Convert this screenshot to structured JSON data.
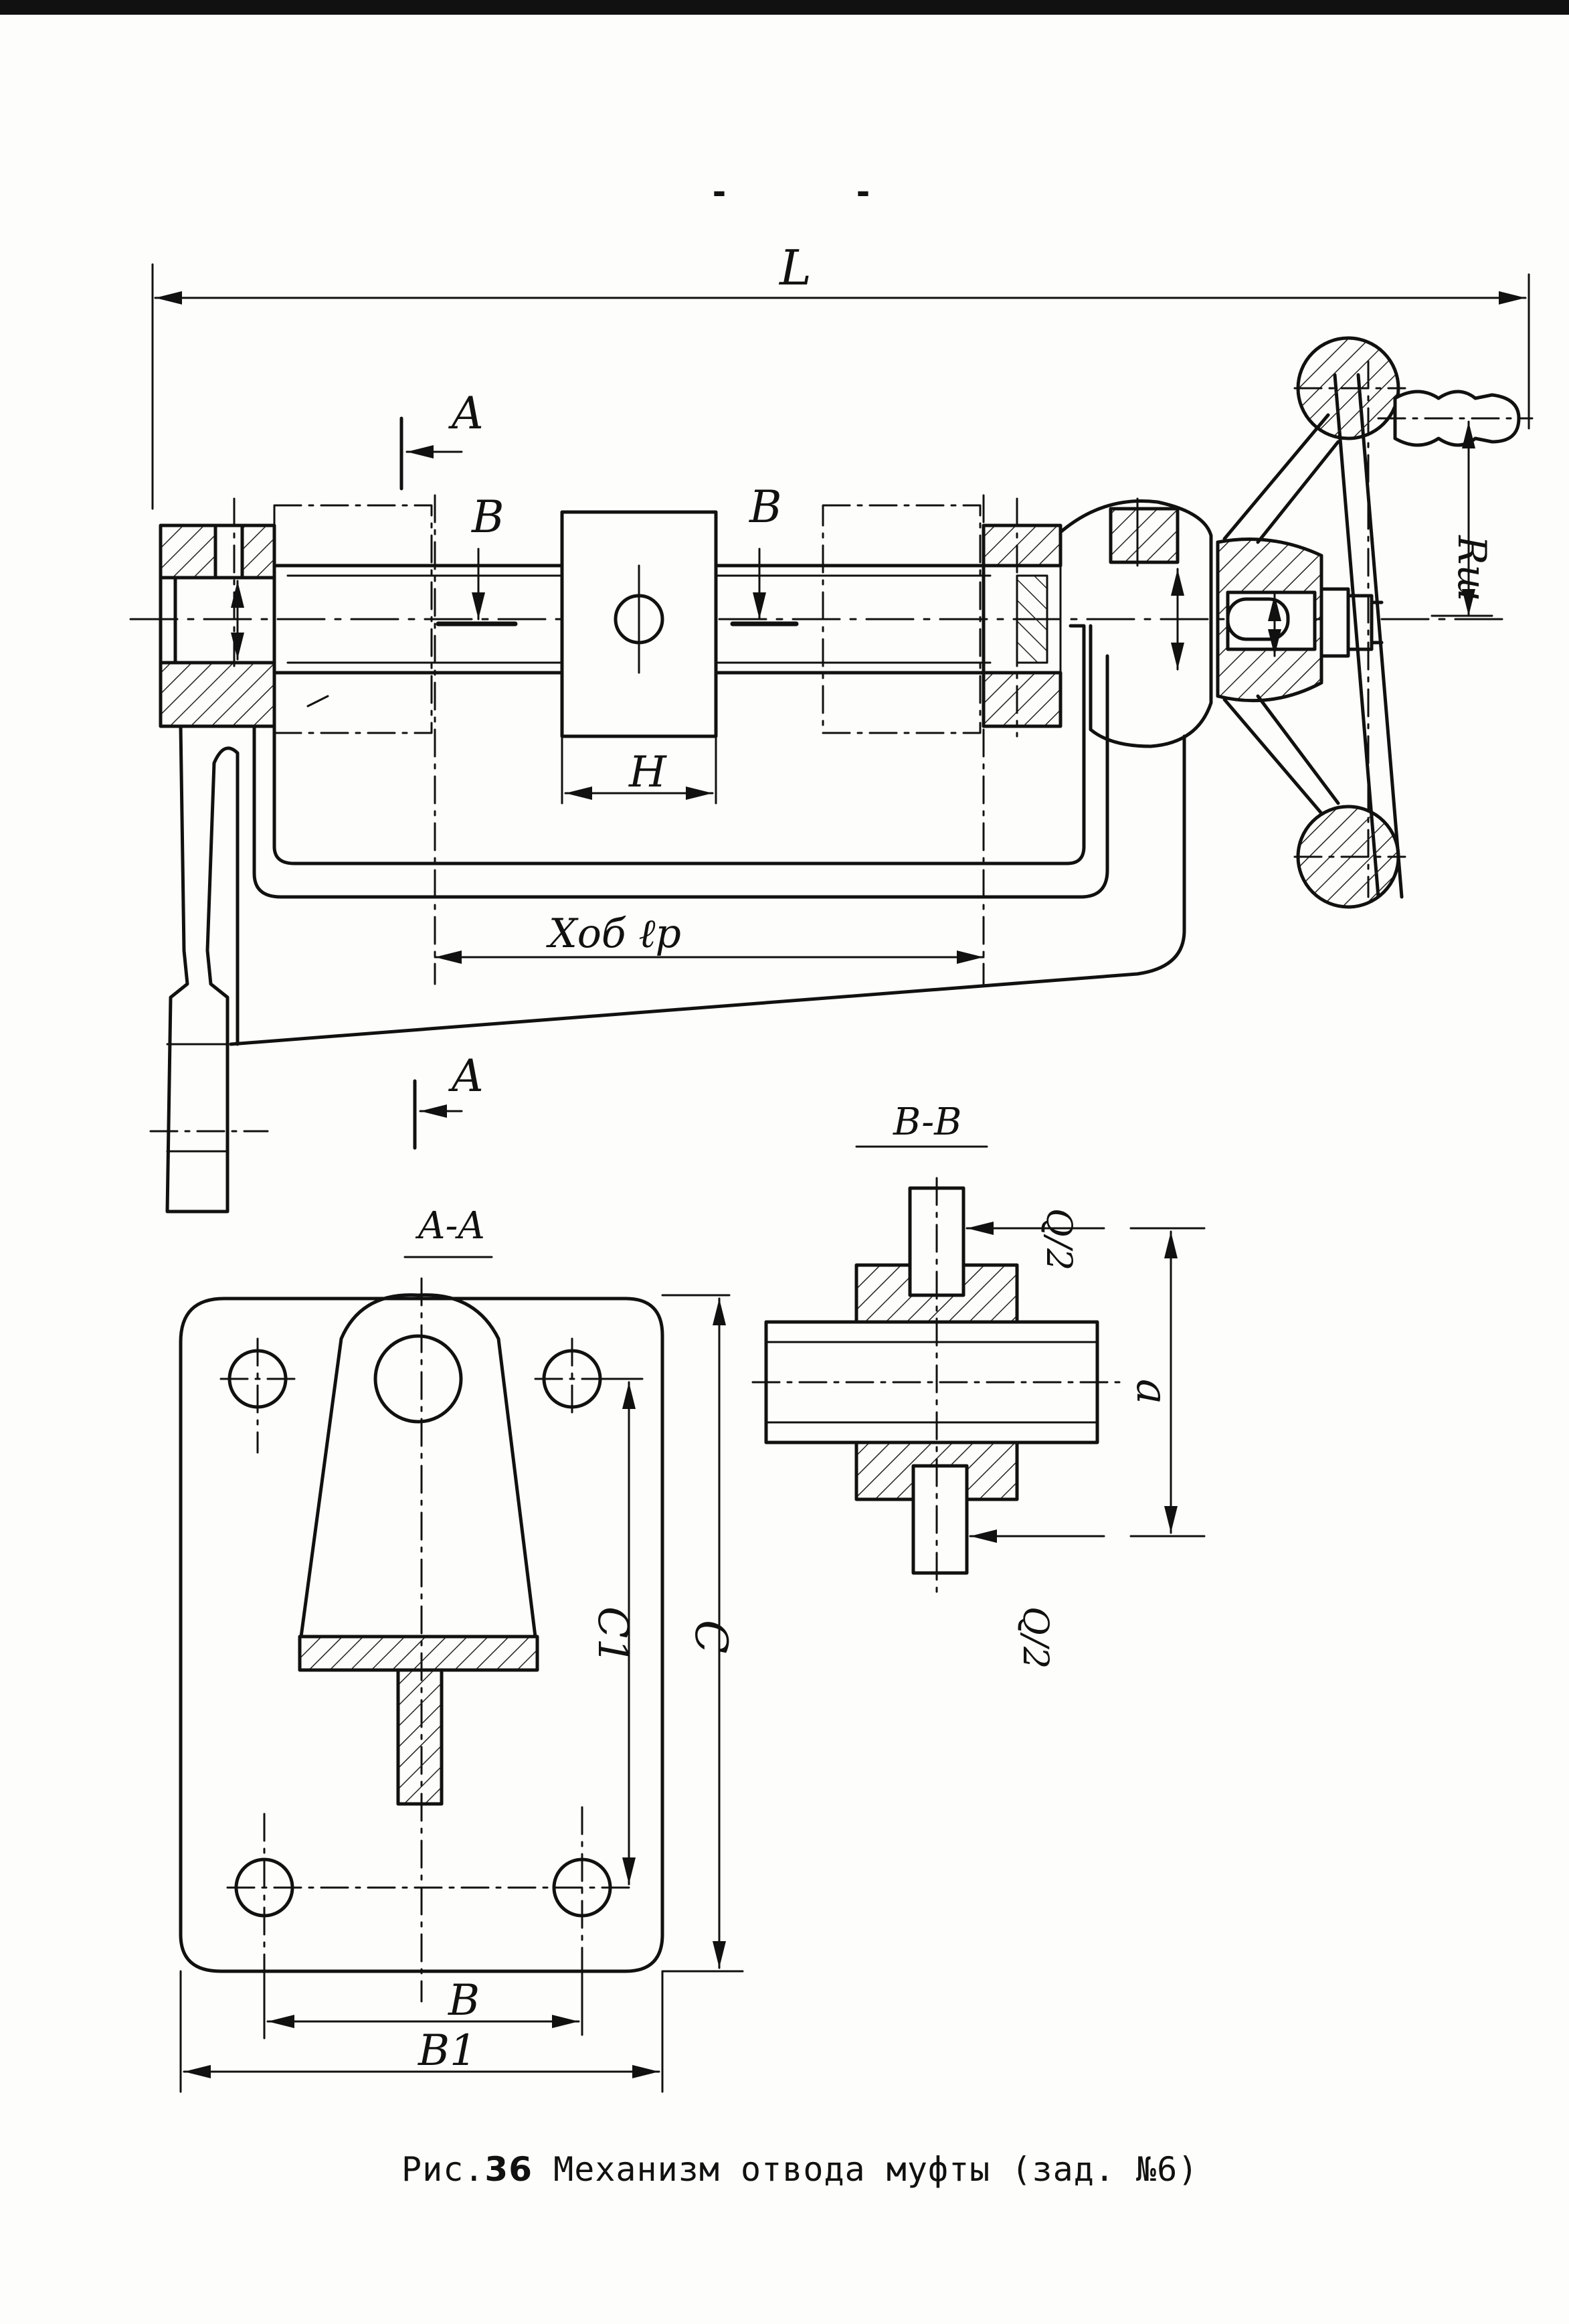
{
  "header": {
    "marks": [
      "-",
      "-"
    ]
  },
  "labels": {
    "length": "L",
    "section_mark_a": "A",
    "section_mark_b": "B",
    "width_h": "H",
    "stroke": "Хоб ℓр",
    "radius": "Rш",
    "section_aa": "A-A",
    "section_bb": "B-B",
    "force_half": "Q/2",
    "distance_a": "a",
    "height_c": "C",
    "height_c1": "C1",
    "width_b": "B",
    "width_b1": "B1"
  },
  "caption": {
    "prefix": "Рис.",
    "number": "36",
    "text": "Механизм отвода муфты (зад. №6)"
  }
}
